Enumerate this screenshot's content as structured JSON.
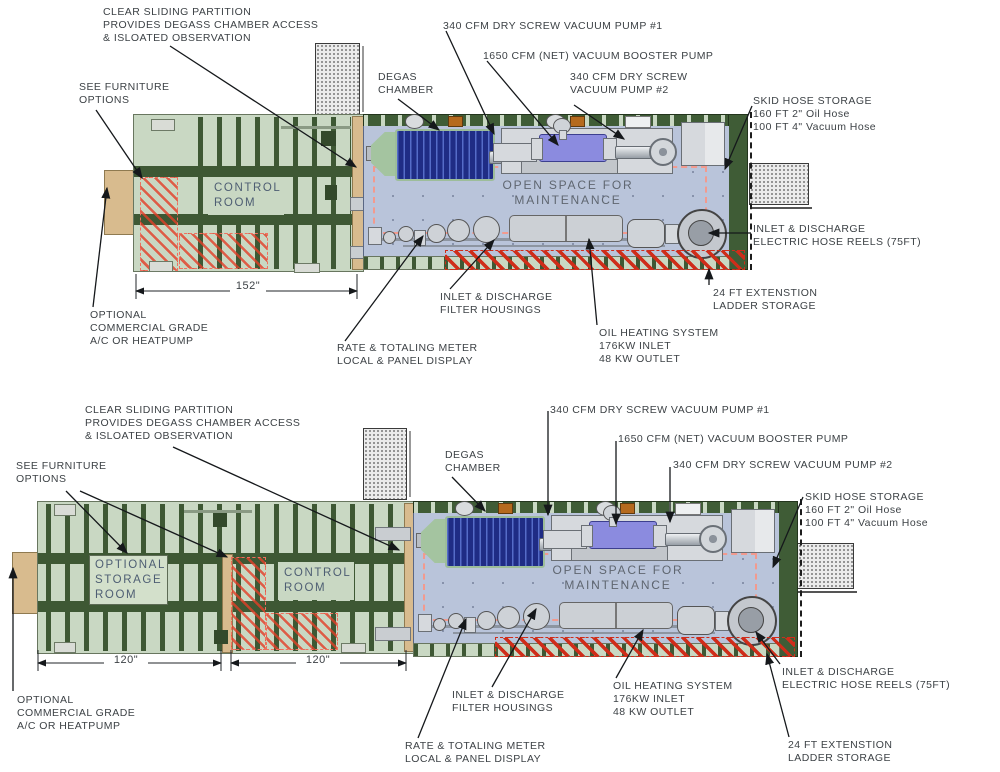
{
  "colors": {
    "trailer_green": "#c9d8c3",
    "frame_dark_green": "#3e5834",
    "skid_blue": "#b9c4da",
    "degas_navy": "#1f2c85",
    "booster_purple": "#8b8bdf",
    "partition_tan": "#d8bb8e",
    "hazard_red": "#cf2d1a"
  },
  "top": {
    "partition_note": "CLEAR SLIDING PARTITION\nPROVIDES DEGASS CHAMBER ACCESS\n& ISLOATED OBSERVATION",
    "furniture_note": "SEE FURNITURE\nOPTIONS",
    "degas_label": "DEGAS\nCHAMBER",
    "pump1_label": "340 CFM DRY SCREW VACUUM PUMP #1",
    "booster_label": "1650 CFM (NET) VACUUM BOOSTER PUMP",
    "pump2_label": "340 CFM DRY SCREW\nVACUUM PUMP #2",
    "hose_storage_label": "SKID HOSE STORAGE\n160 FT  2\" Oil Hose\n100 FT 4\" Vacuum Hose",
    "reels_label": "INLET & DISCHARGE\nELECTRIC HOSE REELS (75FT)",
    "ladder_label": "24 FT EXTENSTION\nLADDER STORAGE",
    "oil_label": "OIL HEATING SYSTEM\n176KW INLET\n48 KW OUTLET",
    "filters_label": "INLET & DISCHARGE\nFILTER HOUSINGS",
    "meter_label": "RATE & TOTALING METER\nLOCAL & PANEL DISPLAY",
    "ac_label": "OPTIONAL\nCOMMERCIAL GRADE\nA/C OR HEATPUMP",
    "control_room_label": "CONTROL\nROOM",
    "open_space_label": "OPEN SPACE FOR\nMAINTENANCE",
    "dim_label": "152\""
  },
  "bottom": {
    "partition_note": "CLEAR SLIDING PARTITION\nPROVIDES DEGASS CHAMBER ACCESS\n& ISLOATED OBSERVATION",
    "furniture_note": "SEE FURNITURE\nOPTIONS",
    "degas_label": "DEGAS\nCHAMBER",
    "pump1_label": "340 CFM DRY SCREW VACUUM PUMP #1",
    "booster_label": "1650 CFM (NET) VACUUM BOOSTER PUMP",
    "pump2_label": "340 CFM DRY SCREW VACUUM PUMP #2",
    "hose_storage_label": "SKID HOSE STORAGE\n160 FT  2\" Oil Hose\n100 FT 4\" Vacuum Hose",
    "reels_label": "INLET & DISCHARGE\nELECTRIC HOSE REELS (75FT)",
    "ladder_label": "24 FT EXTENSTION\nLADDER STORAGE",
    "oil_label": "OIL HEATING SYSTEM\n176KW INLET\n48 KW OUTLET",
    "filters_label": "INLET & DISCHARGE\nFILTER HOUSINGS",
    "meter_label": "RATE & TOTALING METER\nLOCAL & PANEL DISPLAY",
    "ac_label": "OPTIONAL\nCOMMERCIAL GRADE\nA/C OR HEATPUMP",
    "storage_room_label": "OPTIONAL\nSTORAGE\nROOM",
    "control_room_label": "CONTROL\nROOM",
    "open_space_label": "OPEN SPACE FOR\nMAINTENANCE",
    "dim_left_label": "120\"",
    "dim_right_label": "120\""
  }
}
